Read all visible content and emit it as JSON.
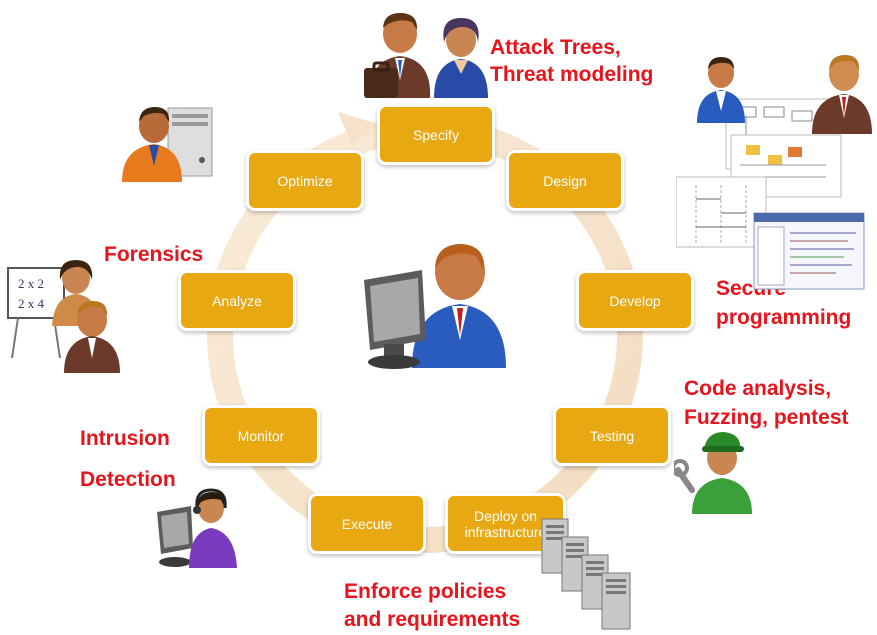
{
  "colors": {
    "node_fill": "#e8a812",
    "label_red": "#e8141c",
    "cycle_ring": "#f6e3c9"
  },
  "cycle_steps": [
    {
      "label": "Specify"
    },
    {
      "label": "Design"
    },
    {
      "label": "Develop"
    },
    {
      "label": "Testing"
    },
    {
      "label": "Deploy on infrastructure"
    },
    {
      "label": "Execute"
    },
    {
      "label": "Monitor"
    },
    {
      "label": "Analyze"
    },
    {
      "label": "Optimize"
    }
  ],
  "annotations": {
    "attack_trees": "Attack Trees,",
    "threat_modeling": "Threat modeling",
    "secure": "Secure",
    "programming": "programming",
    "code_analysis": "Code analysis,",
    "fuzzing": "Fuzzing, pentest",
    "enforce": "Enforce policies",
    "requirements": "and requirements",
    "intrusion": "Intrusion",
    "detection": "Detection",
    "forensics": "Forensics"
  },
  "icons": [
    "manager-with-briefcase-icon",
    "woman-figure-icon",
    "developer-at-computer-icon",
    "server-admin-icon",
    "presenter-with-board-icon",
    "operator-headset-icon",
    "mechanic-with-wrench-icon",
    "server-rack-icon",
    "design-documents-icon"
  ],
  "board_text": [
    "2 x 2",
    "2 x 4"
  ]
}
